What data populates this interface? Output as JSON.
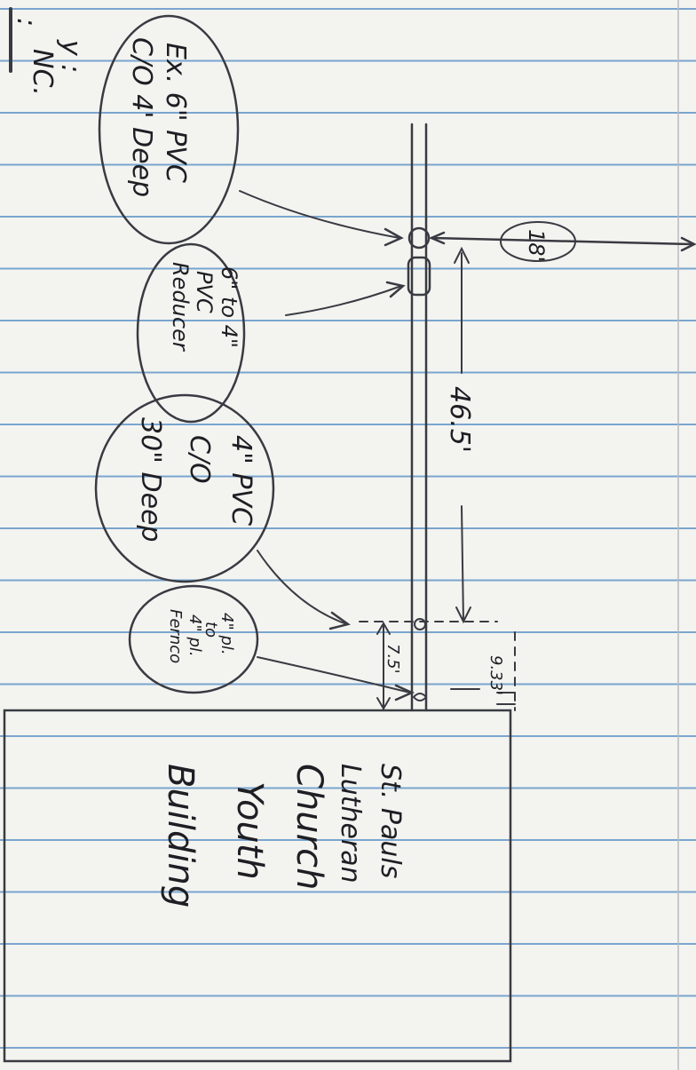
{
  "header_fragments": {
    "frag_a": ":",
    "frag_b": "NC.",
    "frag_c": "y :"
  },
  "notes": {
    "existing_pipe": {
      "line1": "Ex. 6\" PVC",
      "line2": "C/O 4' Deep"
    },
    "reducer": {
      "line1": "6\" to 4\"",
      "line2": "PVC",
      "line3": "Reducer"
    },
    "pipe_4in": {
      "line1": "4\" PVC",
      "line2": "C/O",
      "line3": "30\" Deep"
    },
    "fernco": {
      "line1": "4\" pl.",
      "line2": "to",
      "line3": "4\" pl.",
      "line4": "Fernco"
    }
  },
  "dimensions": {
    "dim_18": "18'",
    "dim_46_5": "46.5'",
    "dim_7_5": "7.5'",
    "dim_9_33": "9.33'"
  },
  "building": {
    "line1": "St. Pauls",
    "line2": "Lutheran",
    "line3": "Church",
    "line4": "Youth",
    "line5": "Building"
  },
  "colors": {
    "paper": "#f3f4f0",
    "rule_line": "#7aa5cf",
    "ink": "#1e1e24",
    "pencil": "#3a3a42"
  }
}
